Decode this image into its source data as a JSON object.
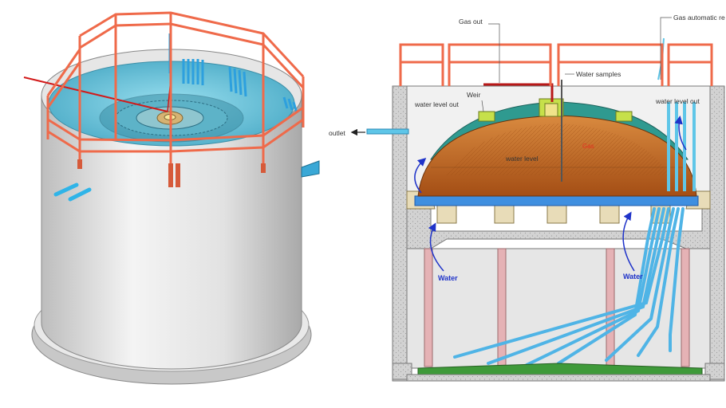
{
  "labels": {
    "gas_out": "Gas out",
    "gas_automatic": "Gas automatic re",
    "water_samples": "Water samples",
    "weir": "Weir",
    "water_level_out_left": "water level out",
    "water_level_out_right": "water level out",
    "water_level": "water level",
    "gas": "Gas",
    "outlet": "outlet",
    "water_left": "Water",
    "water_right": "Water"
  },
  "colors": {
    "railing": "#ef6a4a",
    "water": "#5fc6e8",
    "pipe": "#4fb4e6",
    "dome": "#c56a28",
    "dome_cap": "#2f9a90",
    "concrete": "#c9c9c9",
    "floor": "#3f9a3a",
    "tank_wall": "#d9d9d9",
    "arrow": "#1f33c9",
    "gas_pipe": "#b81818"
  }
}
